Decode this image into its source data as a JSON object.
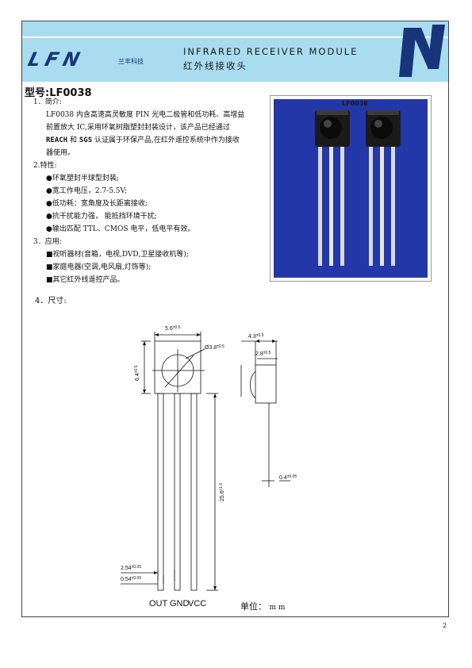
{
  "header": {
    "logo_text": "LFN",
    "logo_cn": "兰丰科技",
    "title_en": "INFRARED RECEIVER MODULE",
    "title_cn": "红外线接收头",
    "band_color": "#a9dcef",
    "logo_color": "#17357a"
  },
  "model": "型号:LF0038",
  "sections": {
    "intro_heading": "1．简介:",
    "intro_lines": [
      "LF0038 内含高速高灵敏度 PIN 光电二极管和低功耗、高增益",
      "前置放大 IC,采用环氧树脂塑封封装设计，该产品已经通过",
      "认证属于环保产品,在红外遥控系统中作为接收",
      "器使用。"
    ],
    "intro_reach": "REACH",
    "intro_and": "和",
    "intro_sgs": "SGS",
    "features_heading": "2.特性:",
    "features": [
      "●环氧塑封半球型封装;",
      "●宽工作电压，2.7-5.5V;",
      "●低功耗：宽角度及长距离接收;",
      "●抗干扰能力强，  能抵挡环境干扰;",
      "●输出匹配 TTL、CMOS 电平，低电平有效。"
    ],
    "apps_heading": "3．应用:",
    "apps": [
      "■视听器材(音箱，电视,DVD,卫星接收机等);",
      "■家庭电器(空调,电风扇,灯饰等);",
      "■其它红外线遥控产品。"
    ],
    "dims_heading": "4．尺寸:"
  },
  "photo": {
    "label": "LF0038",
    "background_color": "#2337a8"
  },
  "drawing": {
    "width_dim": "5.6",
    "width_tol": "±0.5",
    "height_dim": "6.4",
    "height_tol": "±0.5",
    "lens_dim": "Ø3.8",
    "lens_tol": "±0.5",
    "depth_dim": "4.3",
    "depth_tol": "±0.5",
    "dome_dim": "2.8",
    "dome_tol": "±0.5",
    "lead_len": "25.6",
    "lead_tol": "±1.0",
    "pitch_dim": "2.54",
    "pitch_tol": "±0.05",
    "pin_w_dim": "0.54",
    "pin_w_tol": "±0.05",
    "lead_thk_dim": "0.4",
    "lead_thk_tol": "±0.05",
    "pin_out": "OUT",
    "pin_gnd": "GND",
    "pin_vcc": "VCC"
  },
  "unit_label": "单位：",
  "unit_value": "m  m",
  "page_number": "2"
}
